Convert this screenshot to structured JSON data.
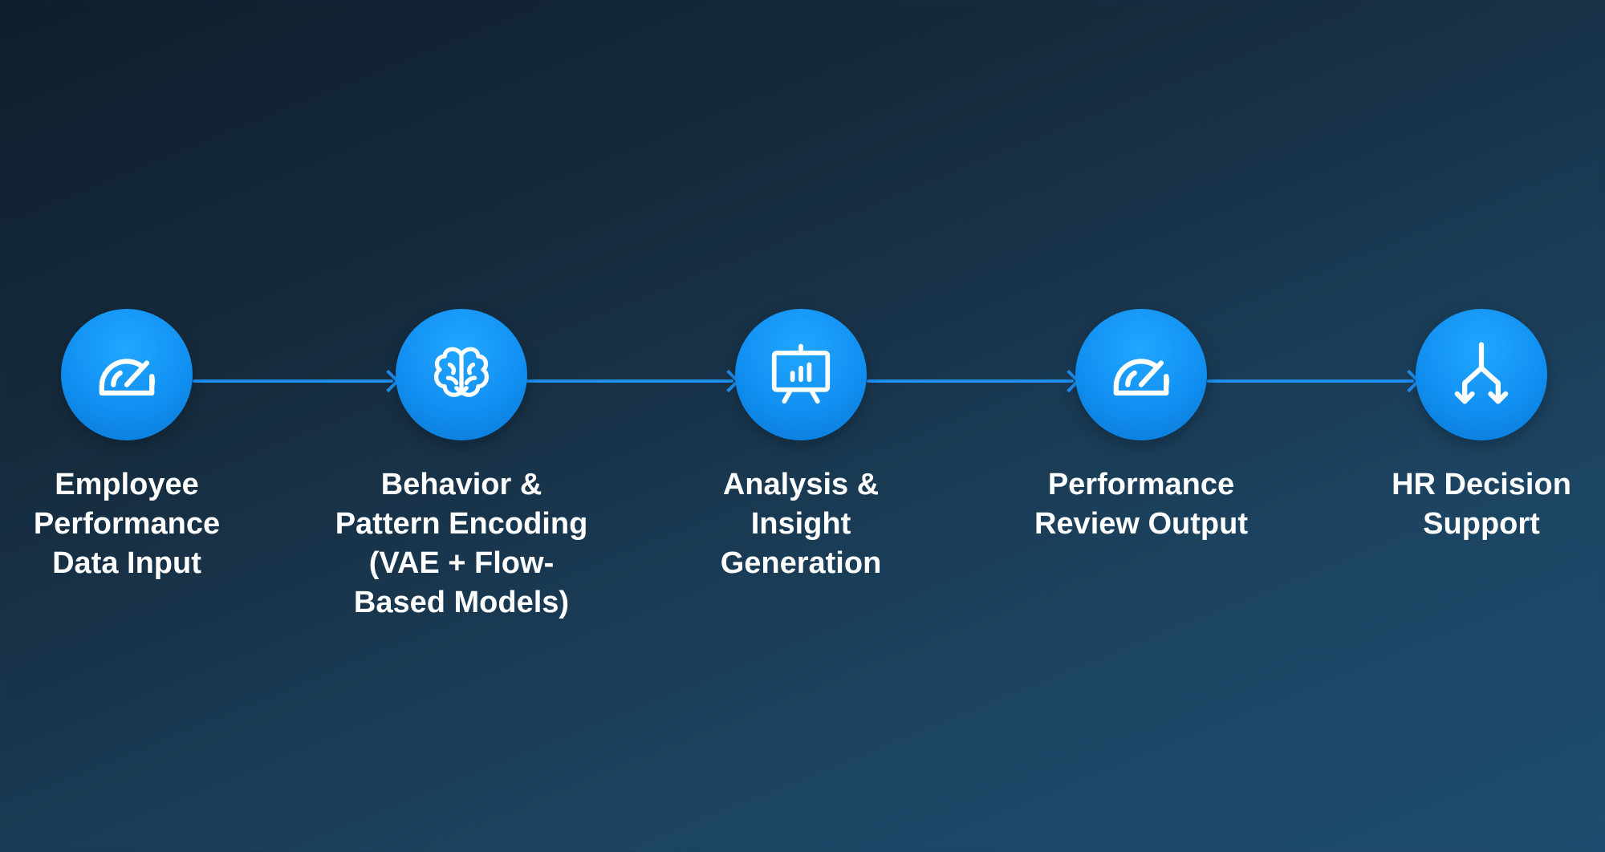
{
  "colors": {
    "accent": "#1e8ff0",
    "node": "#1190f2",
    "text": "#ffffff",
    "background_dark": "#0f1e2b",
    "background_light": "#1f4c6e"
  },
  "steps": [
    {
      "icon": "speedometer-icon",
      "lines": [
        "Employee",
        "Performance",
        "Data Input"
      ]
    },
    {
      "icon": "brain-icon",
      "lines": [
        "Behavior &",
        "Pattern Encoding",
        "(VAE + Flow-",
        "Based Models)"
      ]
    },
    {
      "icon": "presentation-chart-icon",
      "lines": [
        "Analysis &",
        "Insight",
        "Generation"
      ]
    },
    {
      "icon": "speedometer-icon",
      "lines": [
        "Performance",
        "Review Output"
      ]
    },
    {
      "icon": "split-arrows-icon",
      "lines": [
        "HR Decision",
        "Support"
      ]
    }
  ]
}
